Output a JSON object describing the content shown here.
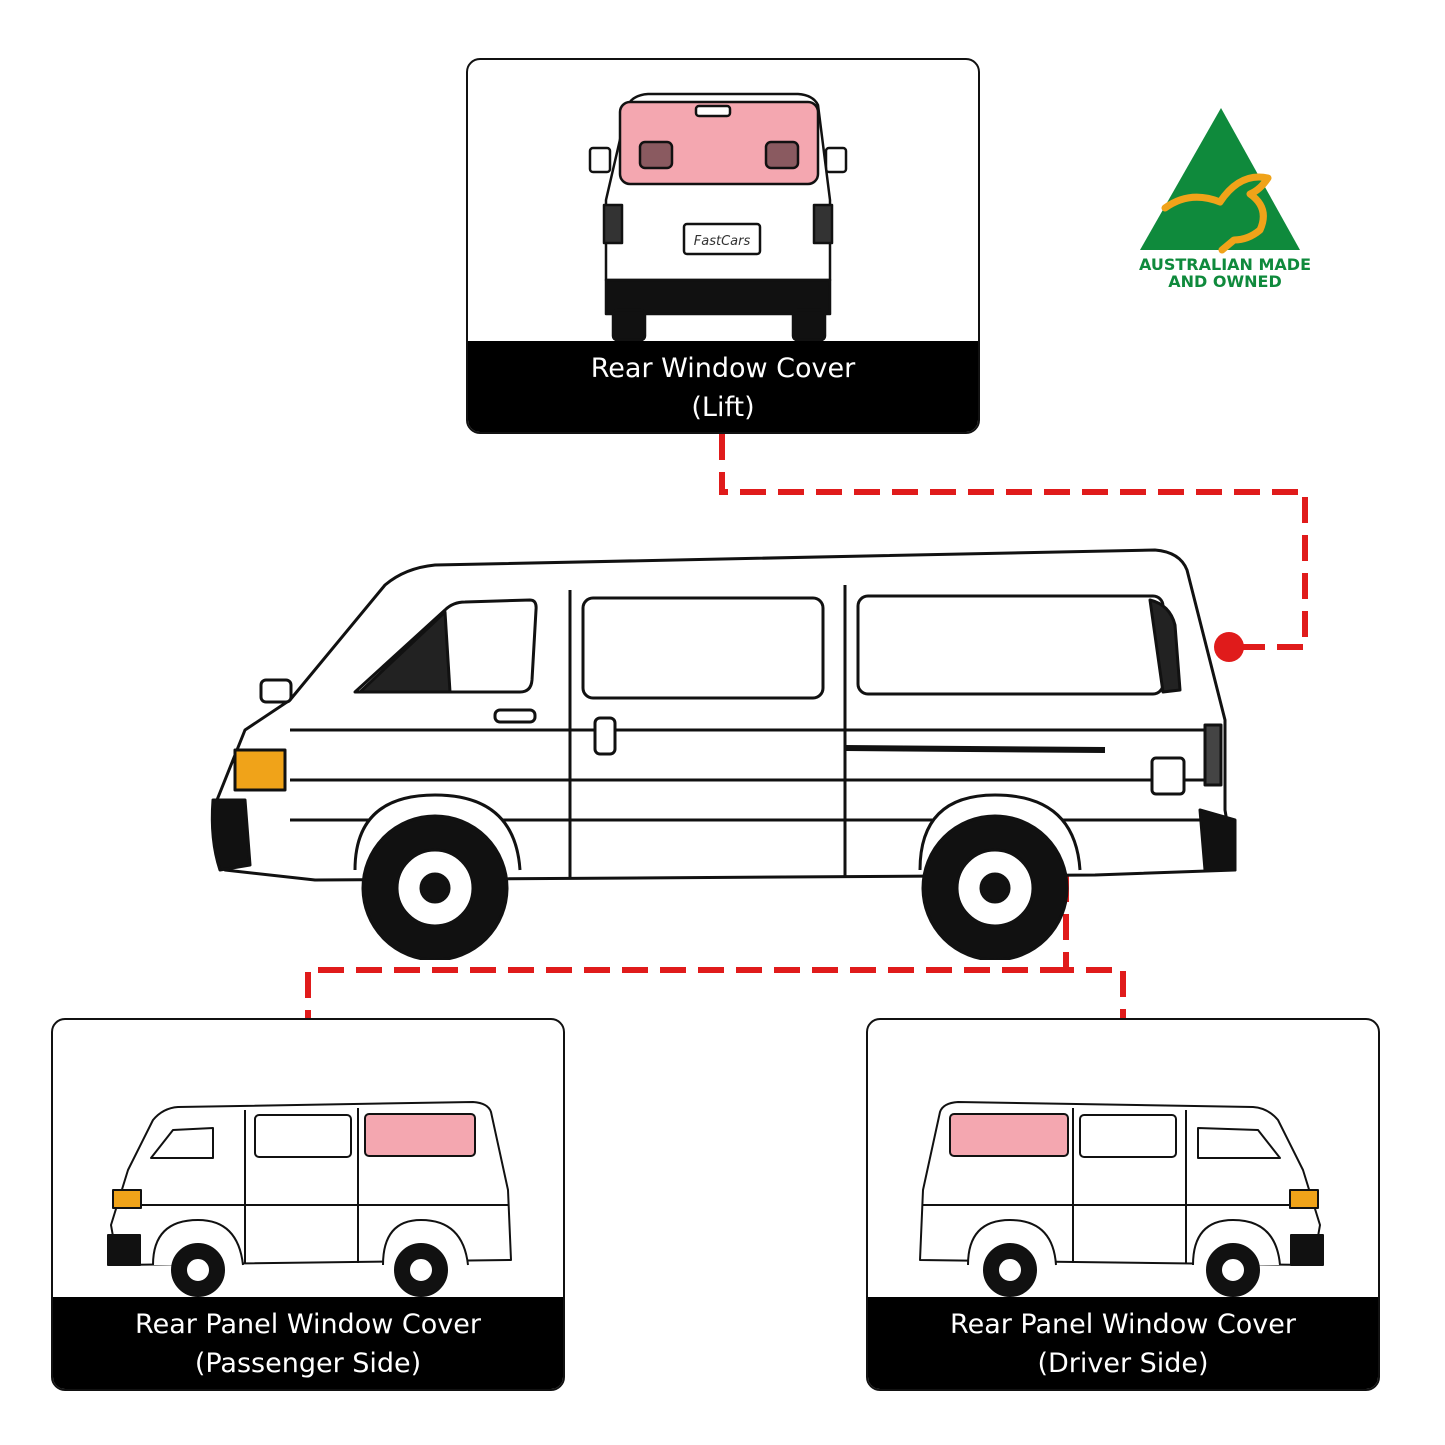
{
  "colors": {
    "connector": "#e01b1b",
    "highlight": "#f4a7b0",
    "badge_green": "#0f8a3c",
    "badge_gold": "#f0a319",
    "label_bg": "#000000",
    "label_text": "#ffffff"
  },
  "cards": {
    "lift": {
      "line1": "Rear Window Cover",
      "line2": "(Lift)"
    },
    "passenger": {
      "line1": "Rear Panel Window Cover",
      "line2": "(Passenger Side)"
    },
    "driver": {
      "line1": "Rear Panel Window Cover",
      "line2": "(Driver Side)"
    }
  },
  "rear_view": {
    "plate_text": "FastCars"
  },
  "badge": {
    "line1": "AUSTRALIAN MADE",
    "line2": "AND OWNED",
    "icon": "kangaroo-triangle-icon"
  }
}
